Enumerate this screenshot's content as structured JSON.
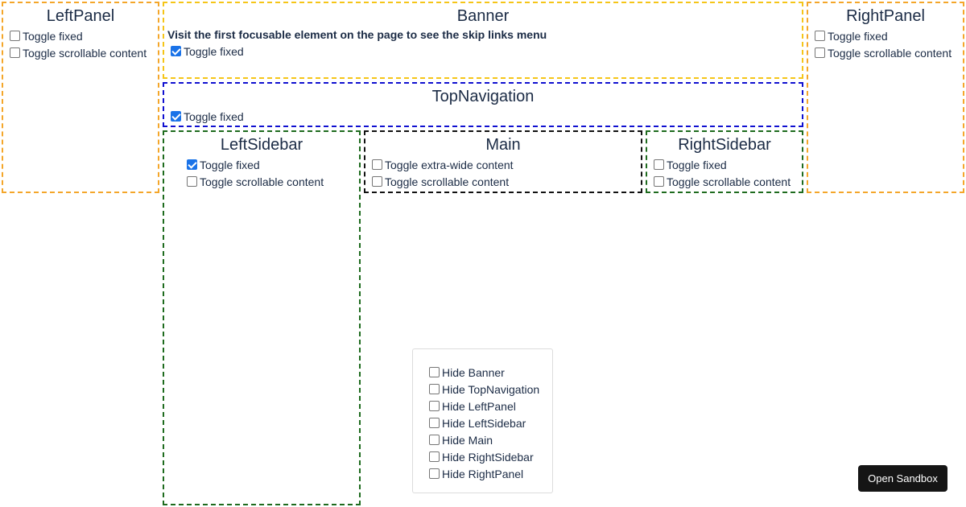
{
  "left_panel": {
    "title": "LeftPanel",
    "toggle_fixed": "Toggle fixed",
    "toggle_scrollable": "Toggle scrollable content"
  },
  "banner": {
    "title": "Banner",
    "note": "Visit the first focusable element on the page to see the skip links menu",
    "toggle_fixed": "Toggle fixed"
  },
  "right_panel": {
    "title": "RightPanel",
    "toggle_fixed": "Toggle fixed",
    "toggle_scrollable": "Toggle scrollable content"
  },
  "top_navigation": {
    "title": "TopNavigation",
    "toggle_fixed": "Toggle fixed"
  },
  "left_sidebar": {
    "title": "LeftSidebar",
    "toggle_fixed": "Toggle fixed",
    "toggle_scrollable": "Toggle scrollable content"
  },
  "main": {
    "title": "Main",
    "toggle_extra_wide": "Toggle extra-wide content",
    "toggle_scrollable": "Toggle scrollable content"
  },
  "right_sidebar": {
    "title": "RightSidebar",
    "toggle_fixed": "Toggle fixed",
    "toggle_scrollable": "Toggle scrollable content"
  },
  "hide_controls": {
    "items": [
      "Hide Banner",
      "Hide TopNavigation",
      "Hide LeftPanel",
      "Hide LeftSidebar",
      "Hide Main",
      "Hide RightSidebar",
      "Hide RightPanel"
    ]
  },
  "open_sandbox_label": "Open Sandbox",
  "colors": {
    "panel_border": "#f4a62a",
    "banner_border": "#f5c518",
    "top_nav_border": "#1010d0",
    "sidebar_border": "#1e6b1e",
    "main_border": "#111111",
    "checkbox_checked": "#1a73e8"
  }
}
